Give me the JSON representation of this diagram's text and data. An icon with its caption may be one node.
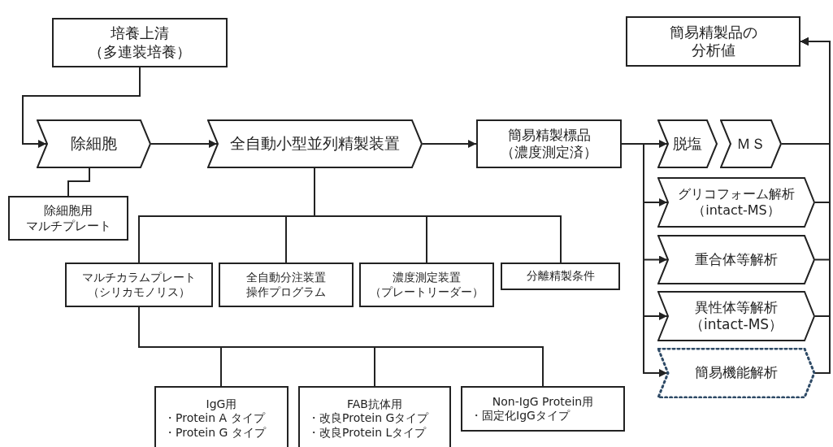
{
  "diagram": {
    "nodes": [
      {
        "text": [
          "培養上清（多連装培養）"
        ]
      },
      {
        "text": [
          "除細胞"
        ]
      },
      {
        "text": [
          "除細胞用マルチプレート"
        ]
      },
      {
        "text": [
          "全自動小型並列精製装置"
        ]
      },
      {
        "text": [
          "マルチカラムプレート（シリカモノリス）"
        ]
      },
      {
        "text": [
          "全自動分注装置操作プログラム"
        ]
      },
      {
        "text": [
          "濃度測定装置（プレートリーダー）"
        ]
      },
      {
        "text": [
          "分離精製条件"
        ]
      },
      {
        "text": [
          "IgG用",
          "・Protein A タイプ",
          "・Protein G タイプ"
        ]
      },
      {
        "text": [
          "FAB抗体用",
          "・改良Protein Gタイプ",
          "・改良Protein Lタイプ"
        ]
      },
      {
        "text": [
          "Non-IgG Protein用",
          "・固定化IgGタイプ"
        ]
      },
      {
        "text": [
          "簡易精製標品（濃度測定済）"
        ]
      },
      {
        "text": [
          "脱塩"
        ]
      },
      {
        "text": [
          "ＭＳ"
        ]
      },
      {
        "text": [
          "グリコフォーム解析（intact-MS）"
        ]
      },
      {
        "text": [
          "重合体等解析"
        ]
      },
      {
        "text": [
          "異性体等解析（intact-MS）"
        ]
      },
      {
        "text": [
          "簡易機能解析"
        ]
      },
      {
        "text": [
          "簡易精製品の分析値"
        ]
      }
    ],
    "edges": [
      {
        "from": 0,
        "to": 1,
        "arrow": "to"
      },
      {
        "from": 1,
        "to": 3,
        "arrow": "to"
      },
      {
        "from": 1,
        "to": 2,
        "arrow": "none"
      },
      {
        "from": 3,
        "to": 11,
        "arrow": "to"
      },
      {
        "from": 3,
        "to": 4,
        "arrow": "none"
      },
      {
        "from": 3,
        "to": 5,
        "arrow": "none"
      },
      {
        "from": 3,
        "to": 6,
        "arrow": "none"
      },
      {
        "from": 3,
        "to": 7,
        "arrow": "none"
      },
      {
        "from": 4,
        "to": 8,
        "arrow": "none"
      },
      {
        "from": 4,
        "to": 9,
        "arrow": "none"
      },
      {
        "from": 4,
        "to": 10,
        "arrow": "none"
      },
      {
        "from": 11,
        "to": 12,
        "arrow": "to"
      },
      {
        "from": 11,
        "to": 14,
        "arrow": "to"
      },
      {
        "from": 11,
        "to": 15,
        "arrow": "to"
      },
      {
        "from": 11,
        "to": 16,
        "arrow": "to"
      },
      {
        "from": 11,
        "to": 17,
        "arrow": "to"
      },
      {
        "from": 13,
        "to": 18,
        "arrow": "to"
      },
      {
        "from": 14,
        "to": 18,
        "arrow": "to"
      },
      {
        "from": 15,
        "to": 18,
        "arrow": "to"
      },
      {
        "from": 16,
        "to": 18,
        "arrow": "to"
      },
      {
        "from": 17,
        "to": 18,
        "arrow": "to"
      }
    ]
  }
}
